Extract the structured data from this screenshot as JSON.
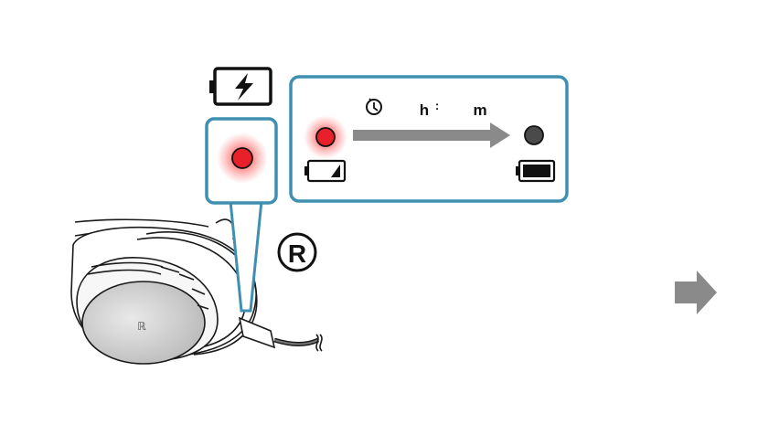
{
  "labels": {
    "hours_unit": "h",
    "time_separator": ":",
    "minutes_unit": "m",
    "side_marker": "R"
  },
  "colors": {
    "panel_border": "#3f8fb0",
    "led_red": "#e8202a",
    "led_glow": "#ff3b3b",
    "led_off": "#4a4a4a",
    "progress_arrow": "#8a8a8a",
    "next_arrow": "#8a8a8a",
    "ink": "#111111"
  },
  "icons": {
    "charging": "battery-charging-icon",
    "timer": "clock-icon",
    "low_battery": "battery-low-icon",
    "full_battery": "battery-full-icon",
    "next": "right-arrow-icon"
  }
}
